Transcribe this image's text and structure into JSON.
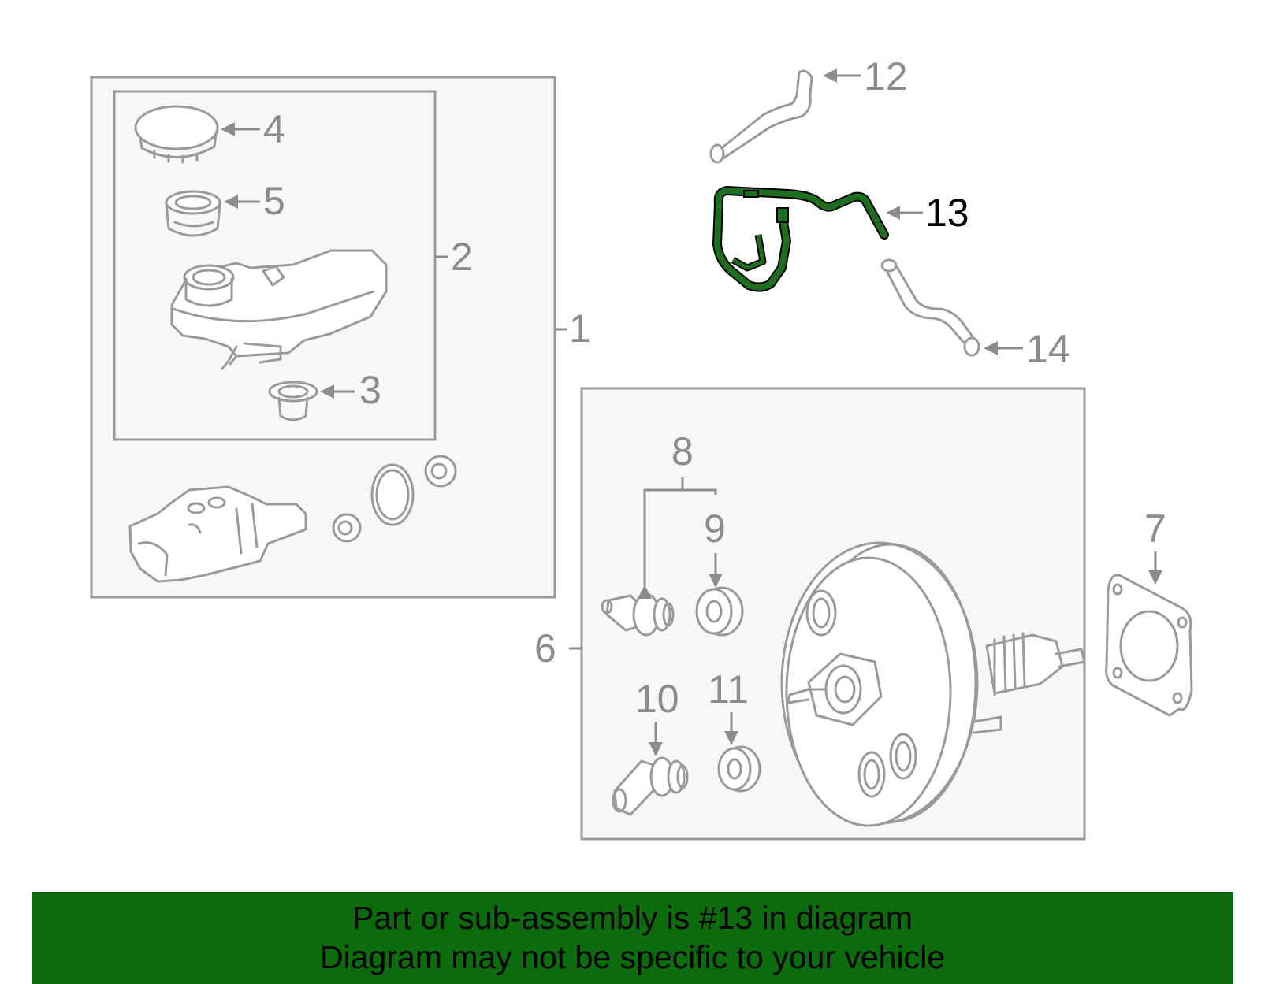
{
  "callouts": {
    "c1": "1",
    "c2": "2",
    "c3": "3",
    "c4": "4",
    "c5": "5",
    "c6": "6",
    "c7": "7",
    "c8": "8",
    "c9": "9",
    "c10": "10",
    "c11": "11",
    "c12": "12",
    "c13": "13",
    "c14": "14"
  },
  "highlight": {
    "part": "13",
    "color": "#1f6e1f"
  },
  "footer": {
    "line1": "Part or sub-assembly is #13 in diagram",
    "line2": "Diagram may not be specific to your vehicle",
    "background": "#0c6b0c"
  }
}
